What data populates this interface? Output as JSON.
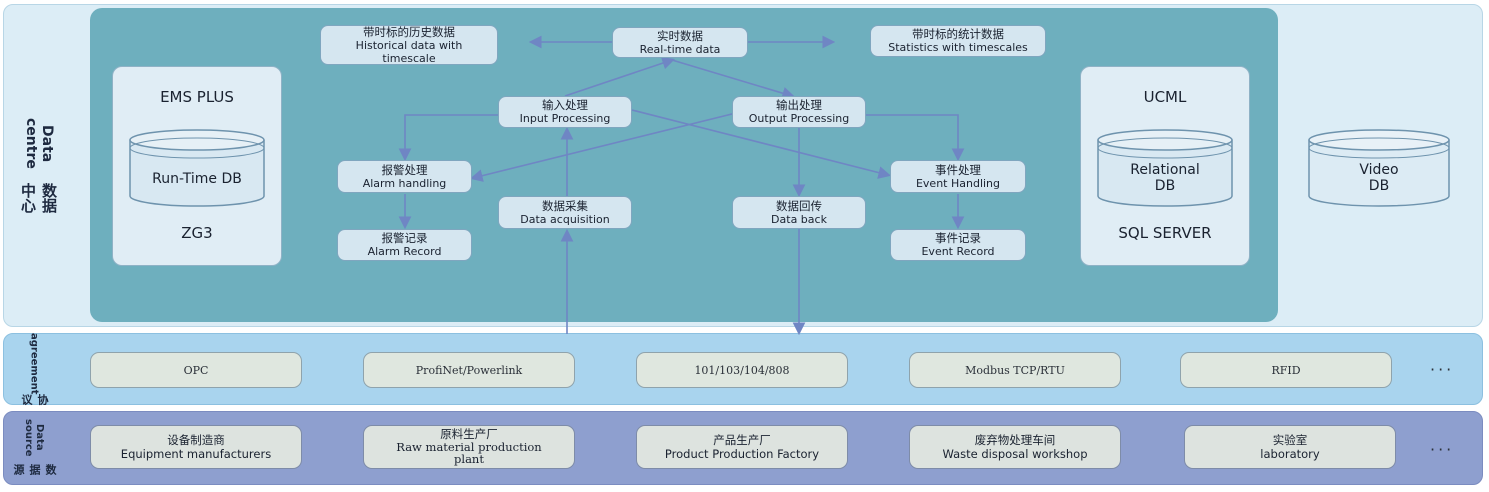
{
  "data_centre": {
    "label_zh": "数据中心",
    "label_en": "Data centre",
    "historical": {
      "zh": "带时标的历史数据",
      "en1": "Historical data with",
      "en2": "timescale"
    },
    "realtime": {
      "zh": "实时数据",
      "en": "Real-time data"
    },
    "statistics": {
      "zh": "带时标的统计数据",
      "en": "Statistics with timescales"
    },
    "input_processing": {
      "zh": "输入处理",
      "en": "Input Processing"
    },
    "output_processing": {
      "zh": "输出处理",
      "en": "Output Processing"
    },
    "alarm_handling": {
      "zh": "报警处理",
      "en": "Alarm handling"
    },
    "event_handling": {
      "zh": "事件处理",
      "en": "Event Handling"
    },
    "data_acquisition": {
      "zh": "数据采集",
      "en": "Data acquisition"
    },
    "data_back": {
      "zh": "数据回传",
      "en": "Data back"
    },
    "alarm_record": {
      "zh": "报警记录",
      "en": "Alarm Record"
    },
    "event_record": {
      "zh": "事件记录",
      "en": "Event Record"
    },
    "left_db": {
      "top": "EMS PLUS",
      "db": "Run-Time DB",
      "bottom": "ZG3"
    },
    "right_db": {
      "top": "UCML",
      "db1": "Relational",
      "db2": "DB",
      "bottom": "SQL SERVER"
    },
    "video_db": {
      "l1": "Video",
      "l2": "DB"
    }
  },
  "agreement": {
    "label_zh": "协议",
    "label_en": "agreement",
    "items": [
      "OPC",
      "ProfiNet/Powerlink",
      "101/103/104/808",
      "Modbus TCP/RTU",
      "RFID"
    ],
    "more": "···"
  },
  "data_source": {
    "label_zh": "数据源",
    "label_en": "Data source",
    "items": [
      {
        "zh": "设备制造商",
        "en": "Equipment manufacturers"
      },
      {
        "zh": "原料生产厂",
        "en1": "Raw material production",
        "en2": "plant"
      },
      {
        "zh": "产品生产厂",
        "en": "Product Production Factory"
      },
      {
        "zh": "废弃物处理车间",
        "en": "Waste disposal workshop"
      },
      {
        "zh": "实验室",
        "en": "laboratory"
      }
    ],
    "more": "···"
  },
  "colors": {
    "teal": "#6eafbe",
    "node": "#d5e6f0",
    "arrow": "#6f86c4",
    "agreement": "#a9d4ee",
    "data_source": "#8e9fcf"
  }
}
